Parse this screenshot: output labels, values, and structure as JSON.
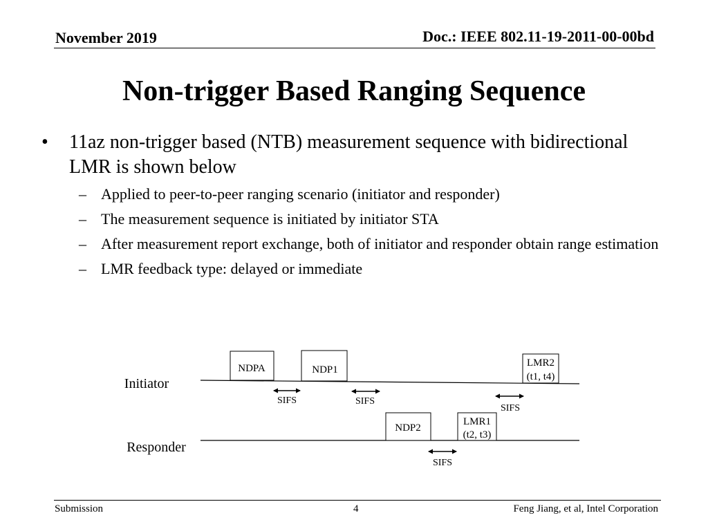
{
  "header": {
    "date": "November 2019",
    "doc": "Doc.: IEEE 802.11-19-2011-00-00bd"
  },
  "slide": {
    "title": "Non-trigger Based Ranging Sequence",
    "bullet_marker": "•",
    "sub_marker": "–",
    "bullet": "11az non-trigger based (NTB) measurement sequence with bidirectional LMR is shown below",
    "sub_bullets": [
      "Applied to peer-to-peer ranging scenario (initiator and responder)",
      "The measurement sequence is initiated by initiator STA",
      "After measurement report exchange, both of initiator and responder obtain range estimation",
      "LMR feedback type: delayed or immediate"
    ]
  },
  "diagram": {
    "initiator_label": "Initiator",
    "responder_label": "Responder",
    "ndpa": "NDPA",
    "ndp1": "NDP1",
    "ndp2": "NDP2",
    "lmr1_line1": "LMR1",
    "lmr1_line2": "(t2, t3)",
    "lmr2_line1": "LMR2",
    "lmr2_line2": "(t1, t4)",
    "sifs": "SIFS"
  },
  "footer": {
    "left": "Submission",
    "page": "4",
    "right": "Feng Jiang, et al, Intel Corporation"
  }
}
